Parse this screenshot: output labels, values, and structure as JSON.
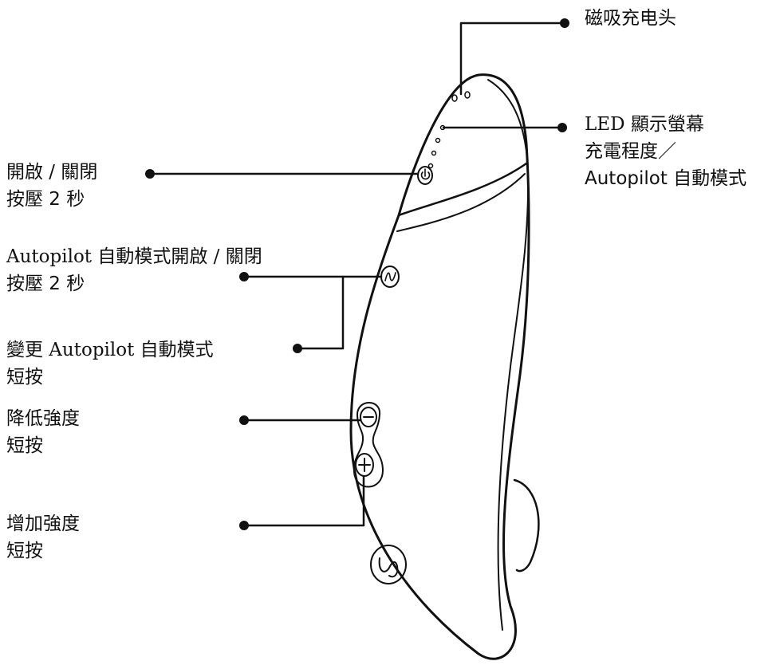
{
  "labels": {
    "charger": {
      "line1": "磁吸充电头"
    },
    "led": {
      "line1": "LED 顯示螢幕",
      "line2": "充電程度／",
      "line3": "Autopilot 自動模式"
    },
    "power": {
      "line1": "開啟 / 關閉",
      "line2": "按壓 2 秒"
    },
    "autopilot_toggle": {
      "line1": "Autopilot 自動模式開啟 / 關閉",
      "line2": "按壓 2 秒"
    },
    "autopilot_change": {
      "line1": "變更 Autopilot 自動模式",
      "line2": "短按"
    },
    "decrease": {
      "line1": "降低強度",
      "line2": "短按"
    },
    "increase": {
      "line1": "增加強度",
      "line2": "短按"
    }
  },
  "colors": {
    "ink": "#111111",
    "background": "#ffffff"
  },
  "icons": {
    "power": "power-icon",
    "autopilot": "wave-icon",
    "minus": "minus-icon",
    "plus": "plus-icon",
    "logo": "brand-logo-icon"
  }
}
